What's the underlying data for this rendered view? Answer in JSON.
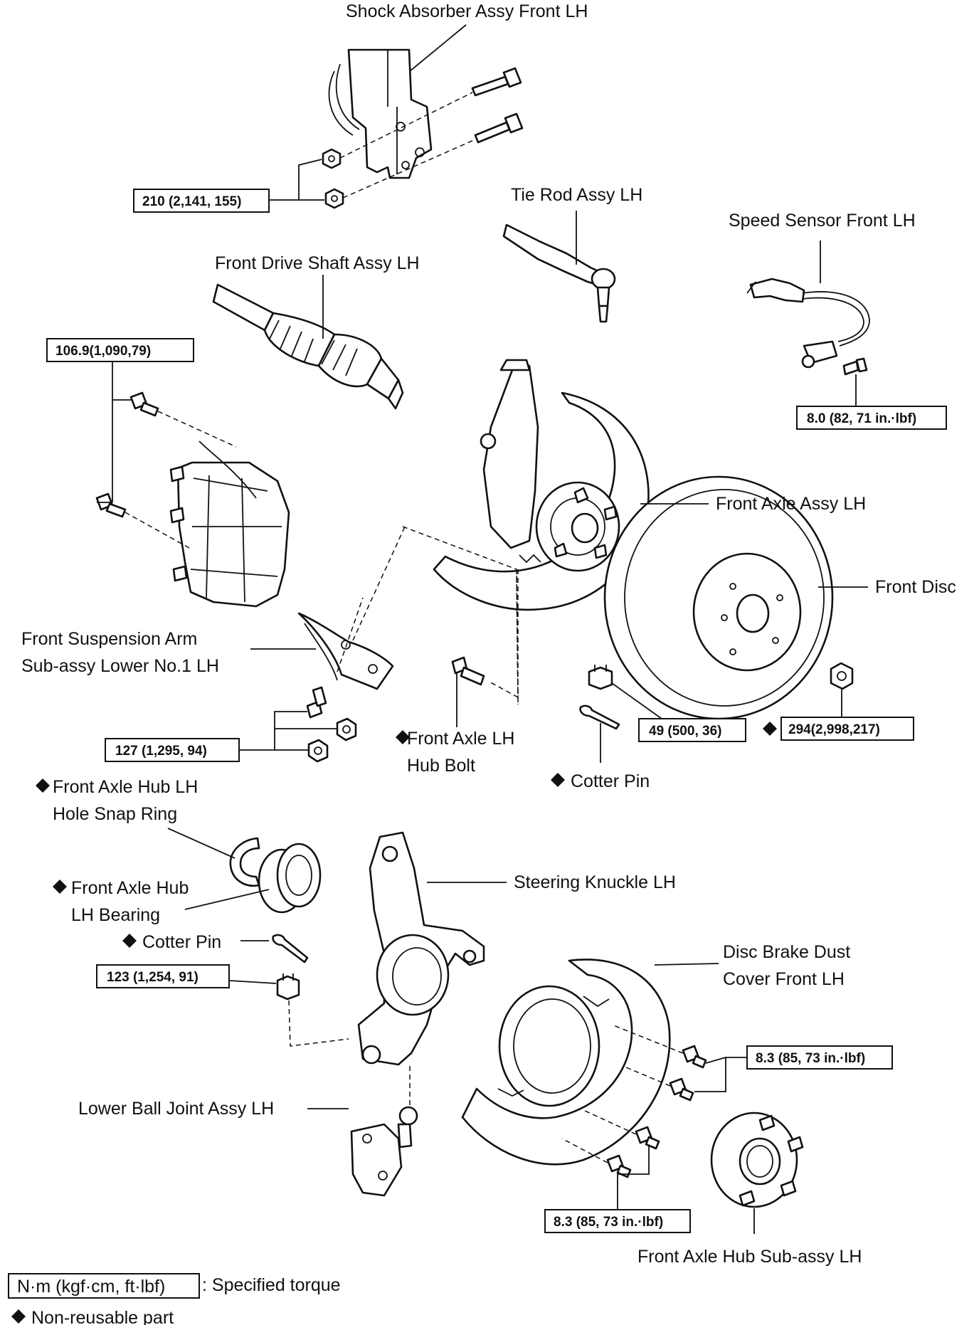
{
  "labels": {
    "shock_absorber": "Shock Absorber Assy Front LH",
    "tie_rod": "Tie Rod Assy LH",
    "speed_sensor": "Speed Sensor Front LH",
    "drive_shaft": "Front Drive Shaft Assy LH",
    "front_axle_assy": "Front Axle Assy LH",
    "front_disc": "Front Disc",
    "suspension_arm_line1": "Front Suspension Arm",
    "suspension_arm_line2": "Sub-assy Lower No.1 LH",
    "hub_bolt_line1": "Front Axle LH",
    "hub_bolt_line2": "Hub Bolt",
    "cotter_pin_upper": "Cotter Pin",
    "snap_ring_line1": "Front Axle Hub LH",
    "snap_ring_line2": "Hole Snap Ring",
    "hub_bearing_line1": "Front Axle Hub",
    "hub_bearing_line2": "LH Bearing",
    "steering_knuckle": "Steering Knuckle LH",
    "cotter_pin_lower": "Cotter Pin",
    "dust_cover_line1": "Disc Brake Dust",
    "dust_cover_line2": "Cover Front LH",
    "lower_ball_joint": "Lower Ball Joint Assy LH",
    "axle_hub_sub": "Front Axle Hub Sub-assy LH"
  },
  "torques": {
    "shock_nuts": "210 (2,141, 155)",
    "caliper_bolts": "106.9(1,090,79)",
    "speed_sensor_bolt": "8.0 (82, 71 in.·lbf)",
    "tie_rod_nut": "49 (500, 36)",
    "axle_nut": "294(2,998,217)",
    "suspension_arm_nuts": "127 (1,295, 94)",
    "ball_joint_nut": "123 (1,254, 91)",
    "dust_cover_bolts_upper": "8.3 (85, 73 in.·lbf)",
    "dust_cover_bolts_lower": "8.3 (85, 73 in.·lbf)"
  },
  "legend": {
    "torque_unit": "N·m (kgf·cm, ft·lbf)",
    "torque_desc": ": Specified torque",
    "non_reusable": "Non-reusable part"
  }
}
